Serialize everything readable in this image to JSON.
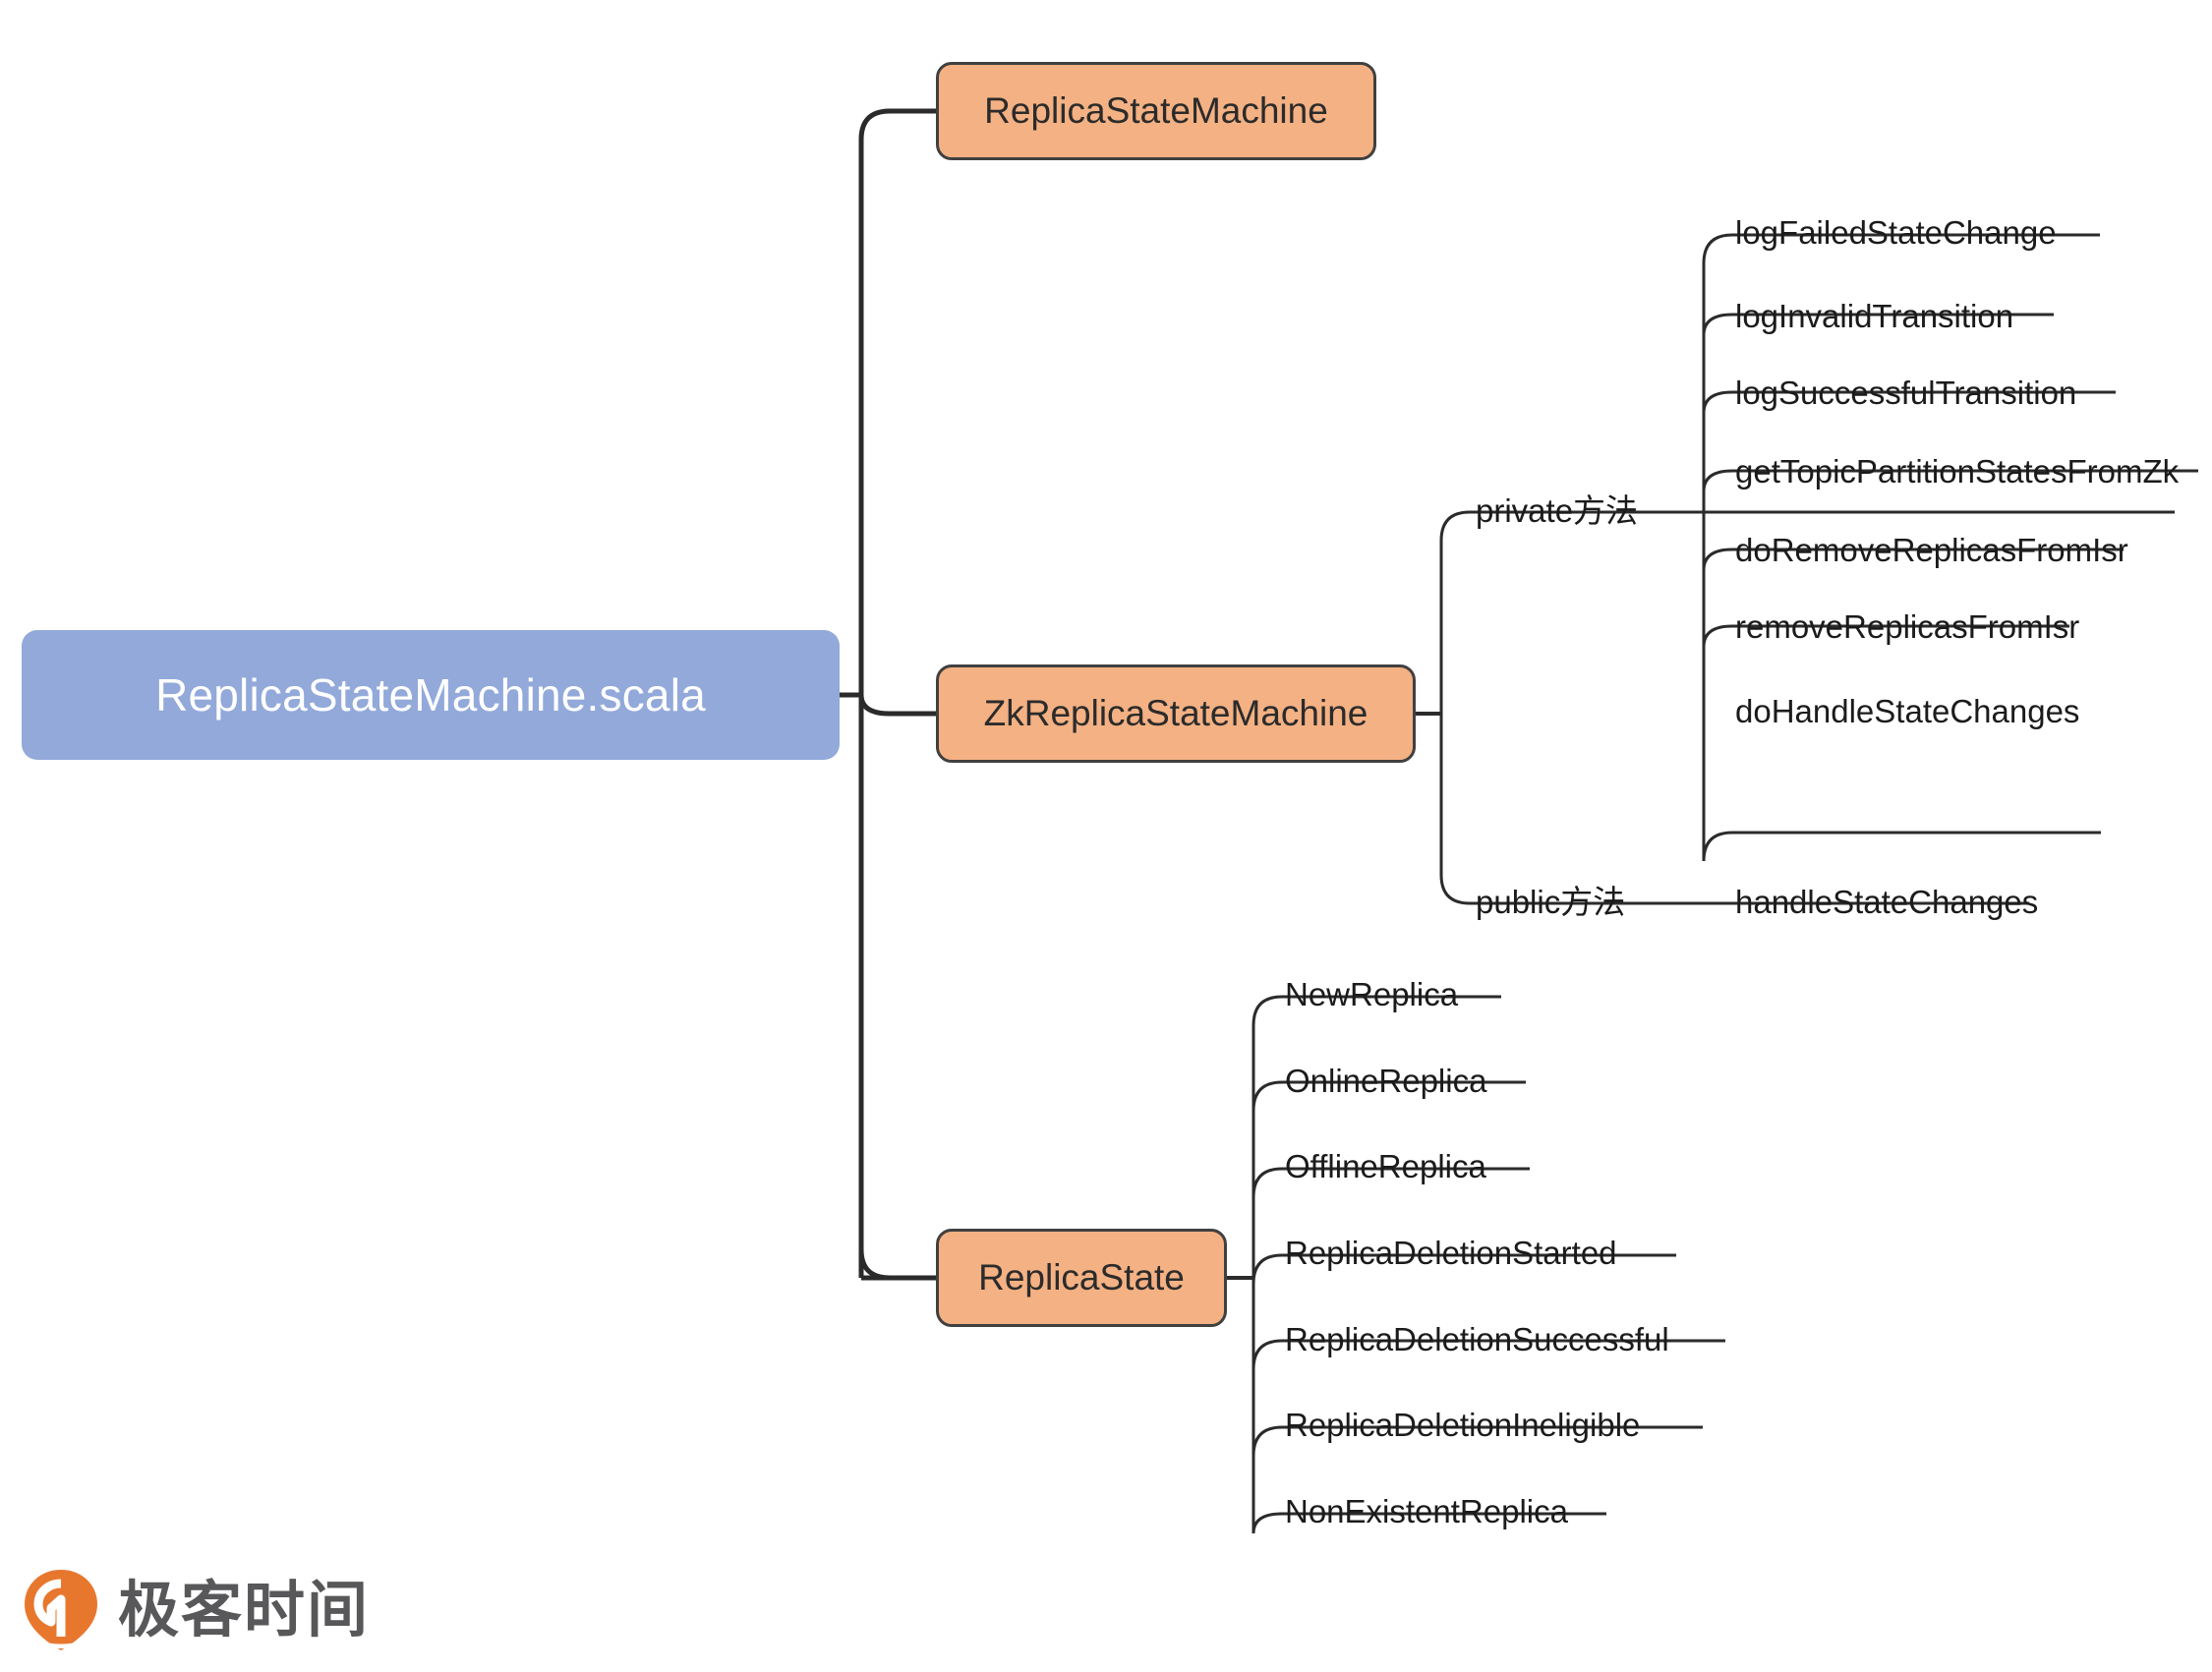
{
  "diagram": {
    "type": "mindmap",
    "title": "ReplicaStateMachine.scala",
    "colors": {
      "root_fill": "#92A9DA",
      "root_text": "#FFFFFF",
      "branch_fill": "#F4B183",
      "branch_border": "#404040",
      "branch_text": "#2B2B2B",
      "leaf_text": "#1B1B1B",
      "edge": "#2B2B2B",
      "background": "#FFFFFF",
      "logo_orange": "#E8772E",
      "logo_gray": "#58585A"
    },
    "root": {
      "label": "ReplicaStateMachine.scala"
    },
    "branches": [
      {
        "id": "replica-state-machine",
        "label": "ReplicaStateMachine",
        "groups": []
      },
      {
        "id": "zk-replica-state-machine",
        "label": "ZkReplicaStateMachine",
        "groups": [
          {
            "id": "private-methods",
            "label": "private方法",
            "items": [
              "logFailedStateChange",
              "logInvalidTransition",
              "logSuccessfulTransition",
              "getTopicPartitionStatesFromZk",
              "doRemoveReplicasFromIsr",
              "removeReplicasFromIsr",
              "doHandleStateChanges"
            ]
          },
          {
            "id": "public-methods",
            "label": "public方法",
            "items": [
              "handleStateChanges"
            ]
          }
        ]
      },
      {
        "id": "replica-state",
        "label": "ReplicaState",
        "groups": [
          {
            "id": "replica-states",
            "label": "",
            "items": [
              "NewReplica",
              "OnlineReplica",
              "OfflineReplica",
              "ReplicaDeletionStarted",
              "ReplicaDeletionSuccessful",
              "ReplicaDeletionIneligible",
              "NonExistentReplica"
            ]
          }
        ]
      }
    ]
  },
  "logo": {
    "text": "极客时间",
    "mark": "geektime-logo-icon"
  }
}
